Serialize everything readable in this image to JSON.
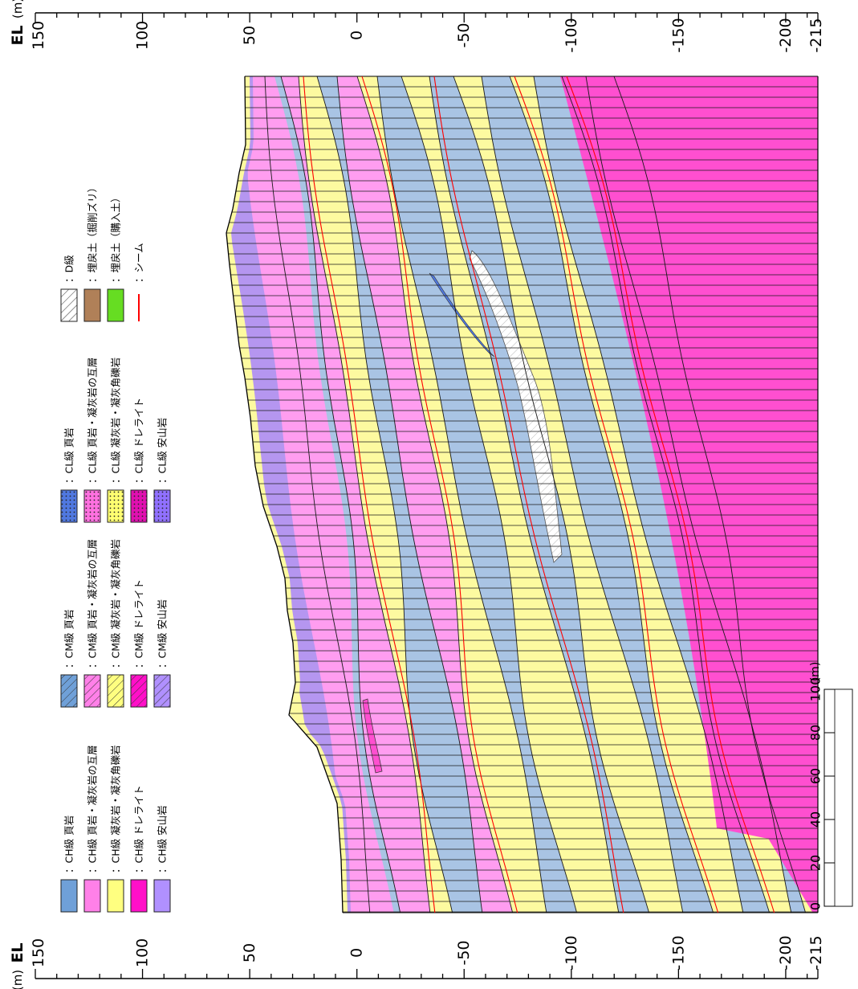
{
  "axis": {
    "label_el": "EL",
    "label_unit": "(m)",
    "ticks": [
      "150",
      "100",
      "50",
      "0",
      "-50",
      "-100",
      "-150",
      "-200",
      "-215"
    ]
  },
  "scale_bar": {
    "ticks": [
      "0",
      "20",
      "40",
      "60",
      "80",
      "100"
    ],
    "unit": "(m)"
  },
  "legend": [
    {
      "label": "：CH級 頁岩",
      "color": "#6fa0d8",
      "pattern": "none"
    },
    {
      "label": "：CH級 頁岩・凝灰岩の互層",
      "color": "#ff80e8",
      "pattern": "none"
    },
    {
      "label": "：CH級 凝灰岩・凝灰角礫岩",
      "color": "#ffff80",
      "pattern": "none"
    },
    {
      "label": "：CH級 ドレライト",
      "color": "#ff10c8",
      "pattern": "none"
    },
    {
      "label": "：CH級 安山岩",
      "color": "#b090ff",
      "pattern": "none"
    },
    {
      "label": "：CM級 頁岩",
      "color": "#6fa0d8",
      "pattern": "hatch"
    },
    {
      "label": "：CM級 頁岩・凝灰岩の互層",
      "color": "#ff80e8",
      "pattern": "hatch"
    },
    {
      "label": "：CM級 凝灰岩・凝灰角礫岩",
      "color": "#ffff80",
      "pattern": "hatch"
    },
    {
      "label": "：CM級 ドレライト",
      "color": "#ff10c8",
      "pattern": "hatch"
    },
    {
      "label": "：CM級 安山岩",
      "color": "#b090ff",
      "pattern": "hatch"
    },
    {
      "label": "：CL級 頁岩",
      "color": "#5078e0",
      "pattern": "dots"
    },
    {
      "label": "：CL級 頁岩・凝灰岩の互層",
      "color": "#ff70e0",
      "pattern": "dots"
    },
    {
      "label": "：CL級 凝灰岩・凝灰角礫岩",
      "color": "#ffff70",
      "pattern": "dots"
    },
    {
      "label": "：CL級 ドレライト",
      "color": "#e010b0",
      "pattern": "dots"
    },
    {
      "label": "：CL級 安山岩",
      "color": "#9070ff",
      "pattern": "dots"
    },
    {
      "label": "：D級",
      "color": "#ffffff",
      "pattern": "hatch"
    },
    {
      "label": "：埋戻土（掘削ズリ）",
      "color": "#b08058",
      "pattern": "none"
    },
    {
      "label": "：埋戻土（購入土）",
      "color": "#66dd22",
      "pattern": "none"
    },
    {
      "label": "：シーム",
      "color": "#ff0000",
      "pattern": "line"
    }
  ],
  "colors": {
    "shale": "#a9c4e4",
    "tuff": "#fdfaa0",
    "alternation": "#ff9df0",
    "dolerite": "#ff4fd0",
    "andesite": "#b596f0",
    "seam": "#ff0000",
    "mesh": "#1a1a1a"
  }
}
